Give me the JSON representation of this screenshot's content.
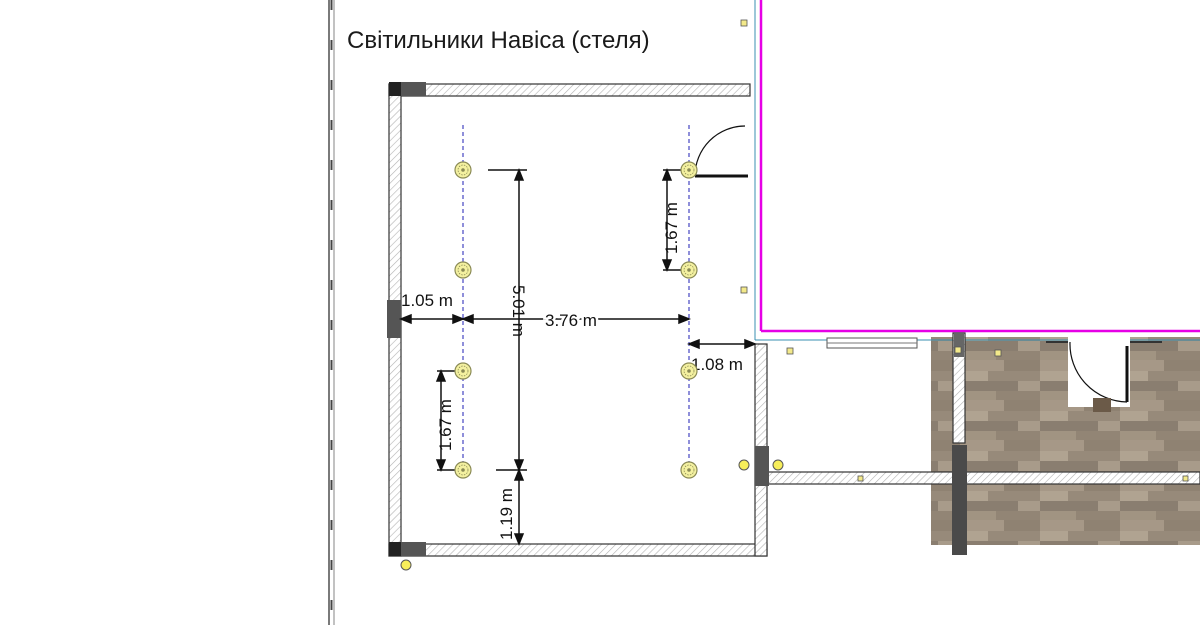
{
  "title": "Світильники Навіса (стеля)",
  "dimensions": {
    "left_offset": "1.05 m",
    "span_width": "3.76 m",
    "right_offset": "1.08 m",
    "span_height": "5.01 m",
    "spacing_left": "1.67 m",
    "spacing_right": "1.67 m",
    "bottom_offset": "1.19 m"
  },
  "colors": {
    "wall_hatch": "#b3b3b3",
    "wall_outline": "#333333",
    "boundary": "#e600e6",
    "guide_line": "#1f1fb4",
    "light_fill": "#f4f1a0",
    "light_stroke": "#8a8a55",
    "floor": "#9c8f80"
  },
  "icons": {
    "ceiling_light": "recessed-light-icon",
    "wall_light": "wall-sconce-icon"
  }
}
